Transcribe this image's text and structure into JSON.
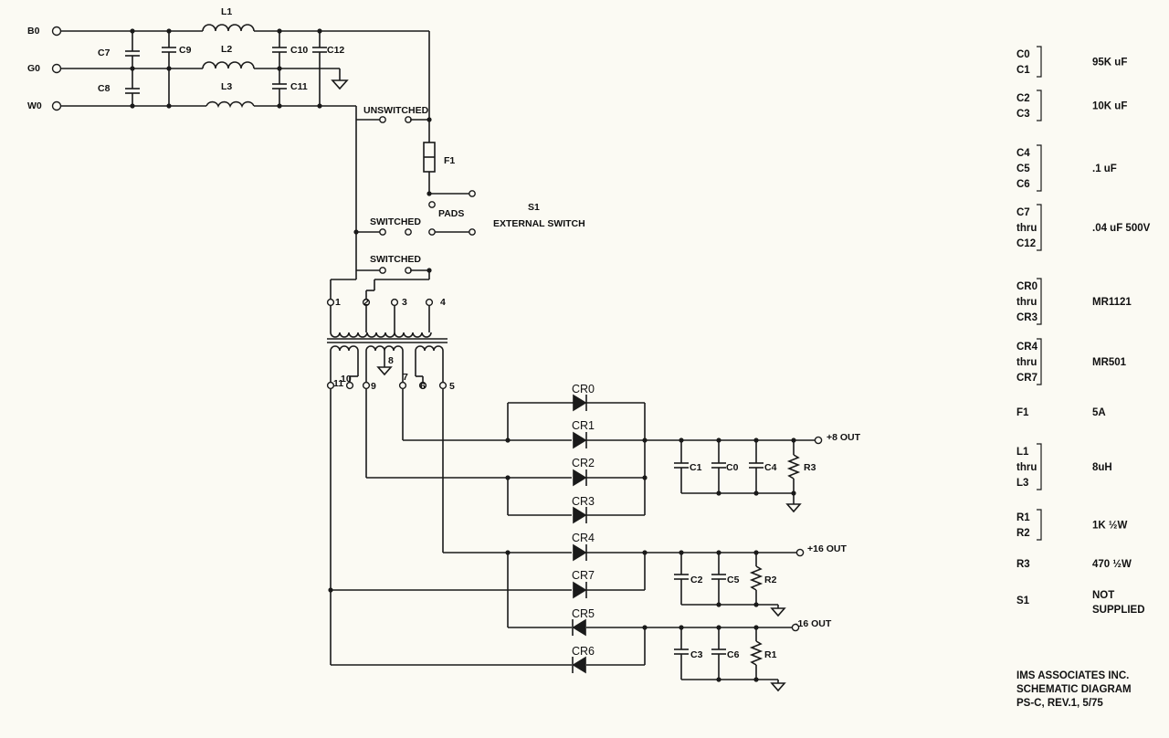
{
  "inputs": {
    "b0": "B0",
    "g0": "G0",
    "w0": "W0"
  },
  "filter": {
    "l1": "L1",
    "l2": "L2",
    "l3": "L3",
    "c7": "C7",
    "c8": "C8",
    "c9": "C9",
    "c10": "C10",
    "c11": "C11",
    "c12": "C12"
  },
  "switching": {
    "unswitched": "UNSWITCHED",
    "switched_1": "SWITCHED",
    "switched_2": "SWITCHED",
    "fuse": "F1",
    "pads": "PADS",
    "s1": "S1",
    "external_switch": "EXTERNAL SWITCH"
  },
  "transformer": {
    "pins": [
      "1",
      "2",
      "3",
      "4",
      "5",
      "6",
      "7",
      "8",
      "9",
      "10",
      "11"
    ]
  },
  "rectifiers": {
    "cr0": "CR0",
    "cr1": "CR1",
    "cr2": "CR2",
    "cr3": "CR3",
    "cr4": "CR4",
    "cr5": "CR5",
    "cr6": "CR6",
    "cr7": "CR7"
  },
  "outputs": {
    "plus8": "+8 OUT",
    "plus16": "+16 OUT",
    "minus16": "-16 OUT",
    "c0": "C0",
    "c1": "C1",
    "c2": "C2",
    "c3": "C3",
    "c4": "C4",
    "c5": "C5",
    "c6": "C6",
    "r1": "R1",
    "r2": "R2",
    "r3": "R3"
  },
  "parts_list": [
    {
      "refs": [
        "C0",
        "C1"
      ],
      "value": "95K  uF",
      "bracket": true
    },
    {
      "refs": [
        "C2",
        "C3"
      ],
      "value": "10K  uF",
      "bracket": true
    },
    {
      "refs": [
        "C4",
        "C5",
        "C6"
      ],
      "value": ".1 uF",
      "bracket": true
    },
    {
      "refs": [
        "C7",
        "thru",
        "C12"
      ],
      "value": ".04 uF   500V",
      "bracket": true
    },
    {
      "refs": [
        "CR0",
        "thru",
        "CR3"
      ],
      "value": "MR1121",
      "bracket": true
    },
    {
      "refs": [
        "CR4",
        "thru",
        "CR7"
      ],
      "value": "MR501",
      "bracket": true
    },
    {
      "refs": [
        "F1"
      ],
      "value": "5A",
      "bracket": false
    },
    {
      "refs": [
        "L1",
        "thru",
        "L3"
      ],
      "value": "8uH",
      "bracket": true
    },
    {
      "refs": [
        "R1",
        "R2"
      ],
      "value": "1K  ½W",
      "bracket": true
    },
    {
      "refs": [
        "R3"
      ],
      "value": "470  ½W",
      "bracket": false
    },
    {
      "refs": [
        "S1"
      ],
      "value": "NOT\nSUPPLIED",
      "bracket": false
    }
  ],
  "title_block": {
    "line1": "IMS ASSOCIATES INC.",
    "line2": "SCHEMATIC DIAGRAM",
    "line3": "PS-C, REV.1, 5/75"
  }
}
